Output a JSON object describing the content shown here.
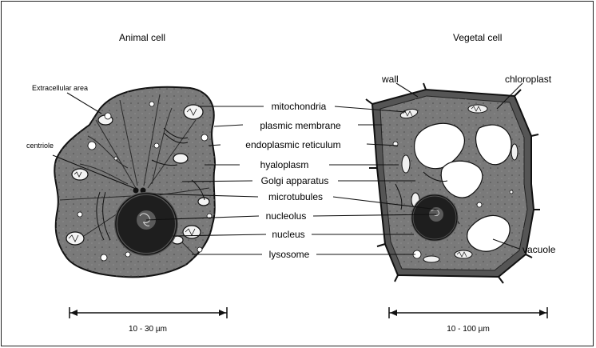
{
  "titles": {
    "animal": "Animal cell",
    "vegetal": "Vegetal cell"
  },
  "animal_labels": {
    "extracellular": "Extracellular area",
    "centriole": "centriole"
  },
  "center_labels": [
    "mitochondria",
    "plasmic membrane",
    "endoplasmic reticulum",
    "hyaloplasm",
    "Golgi apparatus",
    "microtubules",
    "nucleolus",
    "nucleus",
    "lysosome"
  ],
  "vegetal_labels": {
    "wall": "wall",
    "chloroplast": "chloroplast",
    "vacuole": "vacuole"
  },
  "scales": {
    "animal": "10 - 30 µm",
    "vegetal": "10 - 100 µm"
  },
  "colors": {
    "cytoplasm": "#7a7a7a",
    "outline": "#111111",
    "nucleus": "#1e1e1e",
    "vacuole": "#ffffff"
  }
}
